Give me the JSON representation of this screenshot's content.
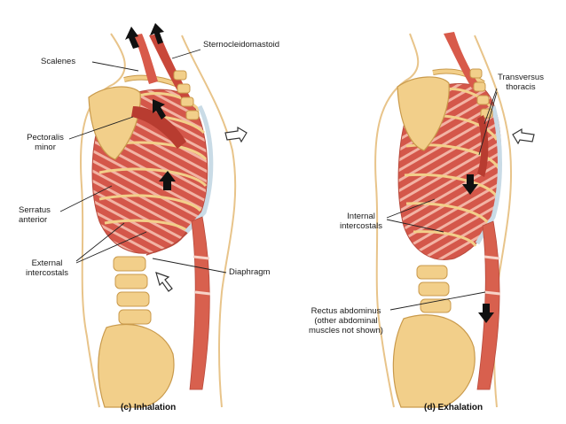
{
  "colors": {
    "bone": "#f2cf8a",
    "bone_edge": "#c99a4c",
    "muscle": "#d85a4a",
    "muscle_light": "#f0a08e",
    "muscle_stripe": "#f7d3c8",
    "skin_outline": "#e8c48a",
    "arrow_fill": "#111111",
    "leader": "#222222"
  },
  "inhalation": {
    "caption": "(c) Inhalation",
    "labels": {
      "scalenes": "Scalenes",
      "sternocleidomastoid": "Sternocleidomastoid",
      "pectoralis_minor_1": "Pectoralis",
      "pectoralis_minor_2": "minor",
      "serratus_anterior_1": "Serratus",
      "serratus_anterior_2": "anterior",
      "external_intercostals_1": "External",
      "external_intercostals_2": "intercostals",
      "diaphragm": "Diaphragm"
    }
  },
  "exhalation": {
    "caption": "(d) Exhalation",
    "labels": {
      "transversus_thoracis_1": "Transversus",
      "transversus_thoracis_2": "thoracis",
      "internal_intercostals_1": "Internal",
      "internal_intercostals_2": "intercostals",
      "rectus_abdominus_1": "Rectus abdominus",
      "rectus_abdominus_2": "(other abdominal",
      "rectus_abdominus_3": "muscles not shown)"
    }
  }
}
